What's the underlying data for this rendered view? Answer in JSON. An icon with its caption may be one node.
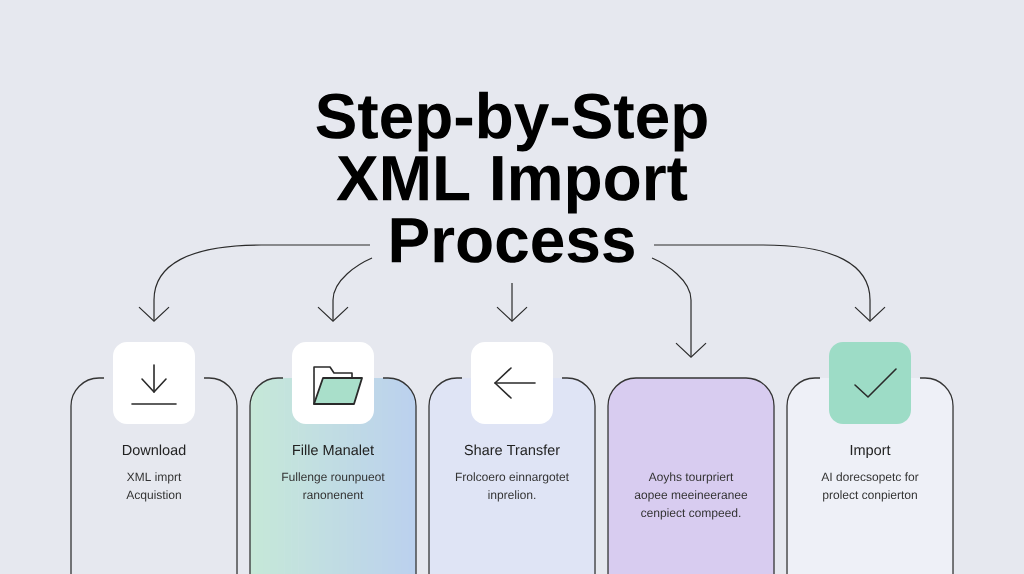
{
  "diagram": {
    "nodes": [
      {
        "text": [
          "Step-by-Step XML Import Process"
        ]
      },
      {
        "text": [
          "Download",
          "XML imprt Acquistion"
        ]
      },
      {
        "text": [
          "Fille Manalet",
          "Fullenge rounpueot ranonenent"
        ]
      },
      {
        "text": [
          "Share Transfer",
          "Frolcoero einnargotet inprelion."
        ]
      },
      {
        "text": [
          "Aoyhs tourpriert aopee meeineeranee cenpiect compeed."
        ]
      },
      {
        "text": [
          "Import",
          "AI dorecsopetc for prolect conpierton"
        ]
      }
    ],
    "edges": [
      {
        "from": 0,
        "to": 1,
        "arrow": "to"
      },
      {
        "from": 0,
        "to": 2,
        "arrow": "to"
      },
      {
        "from": 0,
        "to": 3,
        "arrow": "to"
      },
      {
        "from": 0,
        "to": 4,
        "arrow": "to"
      },
      {
        "from": 0,
        "to": 5,
        "arrow": "to"
      }
    ]
  }
}
